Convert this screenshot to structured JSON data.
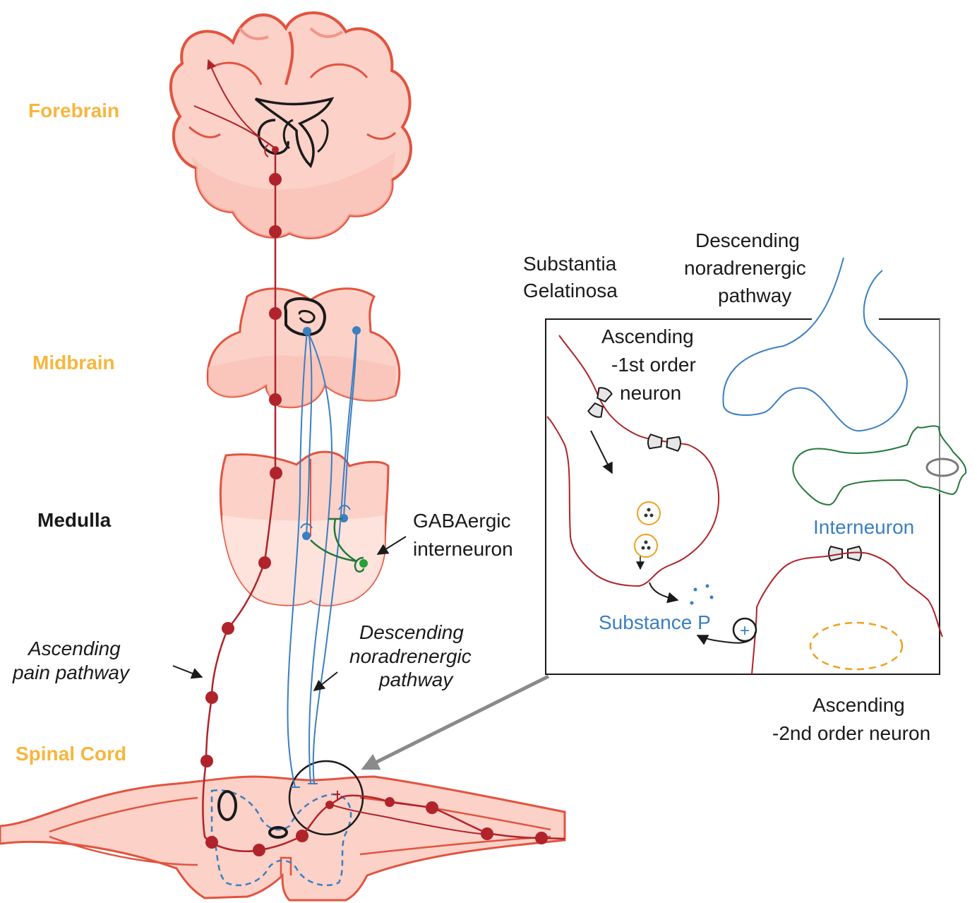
{
  "colors": {
    "region_label": "#f6b63e",
    "medulla_label": "#1a1a1a",
    "pain_pathway": "#b0232a",
    "tissue_outline": "#e2533f",
    "tissue_fill": "#fbd1c8",
    "tissue_fill_light": "#fde4dd",
    "noradrenergic": "#3a7fc2",
    "gabaergic": "#24783b",
    "vesicle": "#f0a020",
    "callout_arrow": "#8a8a8a"
  },
  "regions": {
    "forebrain": "Forebrain",
    "midbrain": "Midbrain",
    "medulla": "Medulla",
    "spinal_cord": "Spinal Cord"
  },
  "labels": {
    "gabaergic_line1": "GABAergic",
    "gabaergic_line2": "interneuron",
    "ascending_line1": "Ascending",
    "ascending_line2": "pain pathway",
    "descending_line1": "Descending",
    "descending_line2": "noradrenergic",
    "descending_line3": "pathway"
  },
  "inset": {
    "substantia_line1": "Substantia",
    "substantia_line2": "Gelatinosa",
    "desc_line1": "Descending",
    "desc_line2": "noradrenergic",
    "desc_line3": "pathway",
    "first_order_line1": "Ascending",
    "first_order_line2": "-1st order",
    "first_order_line3": "neuron",
    "interneuron": "Interneuron",
    "substance_p": "Substance P",
    "plus": "+",
    "second_order_line1": "Ascending",
    "second_order_line2": "-2nd order neuron"
  },
  "icons": [
    "brain-icon",
    "midbrain-icon",
    "medulla-icon",
    "spinal-cord-icon",
    "synapse-icon",
    "vesicle-icon"
  ]
}
